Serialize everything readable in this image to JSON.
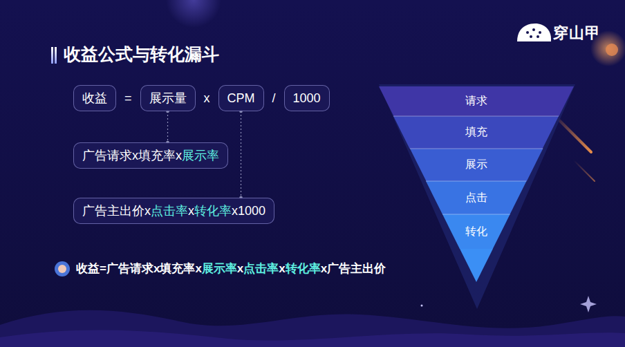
{
  "diagram": {
    "title": "收益公式与转化漏斗",
    "nodes": [
      {
        "text": [
          "收益"
        ]
      },
      {
        "text": [
          "展示量"
        ]
      },
      {
        "text": [
          "CPM"
        ]
      },
      {
        "text": [
          "1000"
        ]
      },
      {
        "text": [
          "广告请求x填充率x展示率"
        ]
      },
      {
        "text": [
          "广告主出价x点击率x转化率x1000"
        ]
      },
      {
        "text": [
          "请求"
        ]
      },
      {
        "text": [
          "填充"
        ]
      },
      {
        "text": [
          "展示"
        ]
      },
      {
        "text": [
          "点击"
        ]
      },
      {
        "text": [
          "转化"
        ]
      }
    ],
    "edges": [
      {
        "from": 1,
        "to": 4,
        "arrow": "none"
      },
      {
        "from": 2,
        "to": 5,
        "arrow": "none"
      }
    ],
    "labels": [
      "穿山甲",
      "=",
      "x",
      "/",
      "收益=广告请求x填充率x展示率x点击率x转化率x广告主出价"
    ]
  }
}
